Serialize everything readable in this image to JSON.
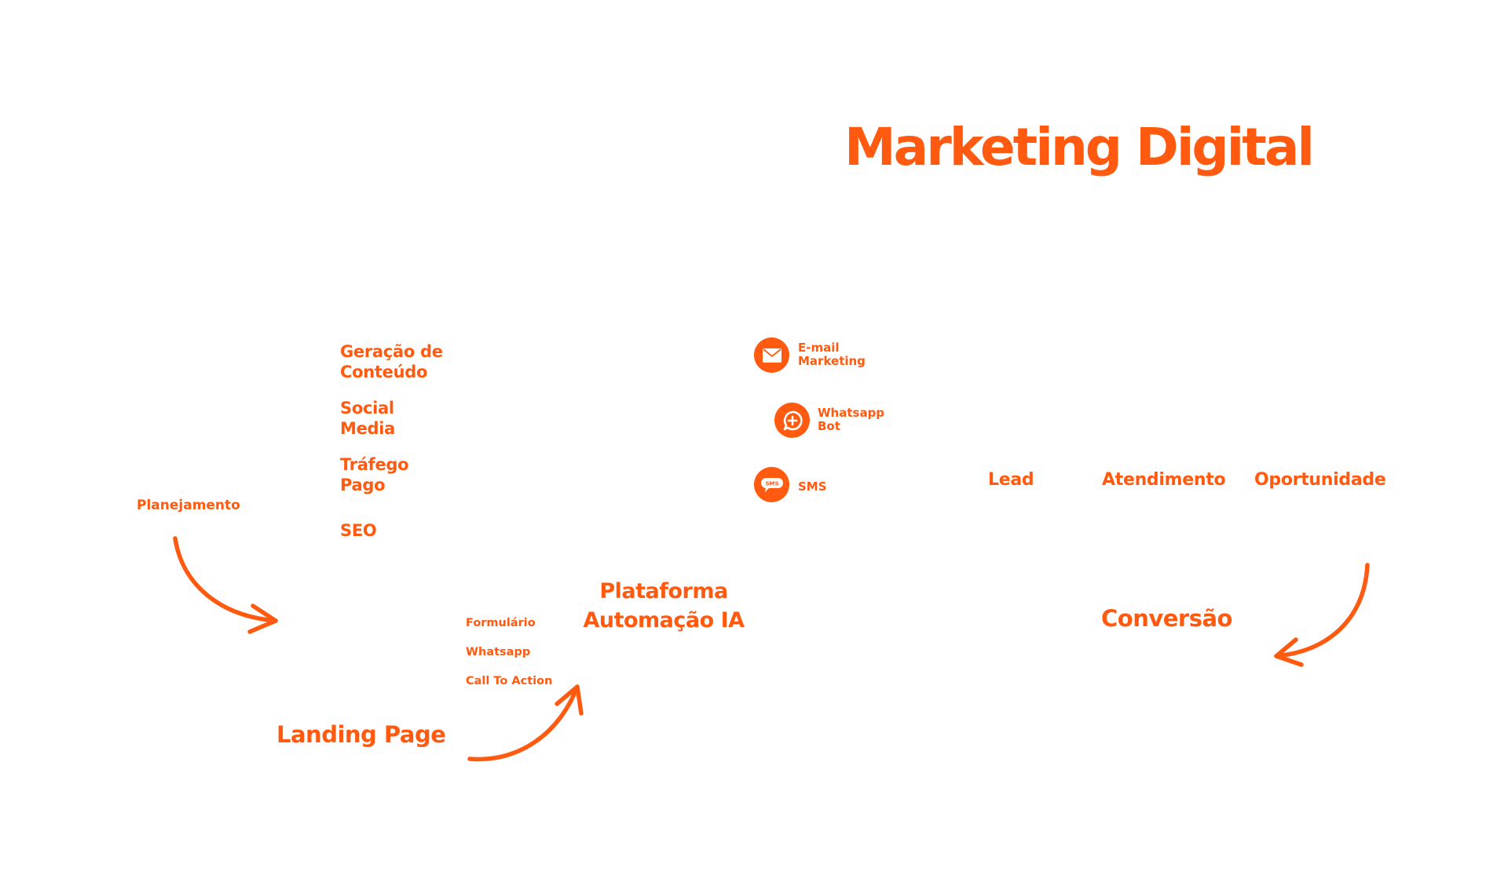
{
  "header": {
    "title": "Marketing Digital"
  },
  "colors": {
    "accent": "#FF5A0F",
    "background": "#FFFFFF"
  },
  "planning": {
    "label": "Planejamento"
  },
  "channels": [
    {
      "lines": [
        "Geração de",
        "Conteúdo"
      ]
    },
    {
      "lines": [
        "Social",
        "Media"
      ]
    },
    {
      "lines": [
        "Tráfego",
        "Pago"
      ]
    },
    {
      "lines": [
        "SEO"
      ]
    }
  ],
  "landing_page": {
    "label": "Landing Page",
    "items": [
      "Formulário",
      "Whatsapp",
      "Call To Action"
    ]
  },
  "platform": {
    "lines": [
      "Plataforma",
      "Automação IA"
    ]
  },
  "automation_channels": [
    {
      "icon": "envelope-icon",
      "lines": [
        "E-mail",
        "Marketing"
      ]
    },
    {
      "icon": "whatsapp-plus-icon",
      "lines": [
        "Whatsapp",
        "Bot"
      ]
    },
    {
      "icon": "sms-bubble-icon",
      "lines": [
        "SMS"
      ],
      "badge": "SMS"
    }
  ],
  "funnel": {
    "stages": [
      "Lead",
      "Atendimento",
      "Oportunidade"
    ]
  },
  "conversion": {
    "label": "Conversão"
  }
}
